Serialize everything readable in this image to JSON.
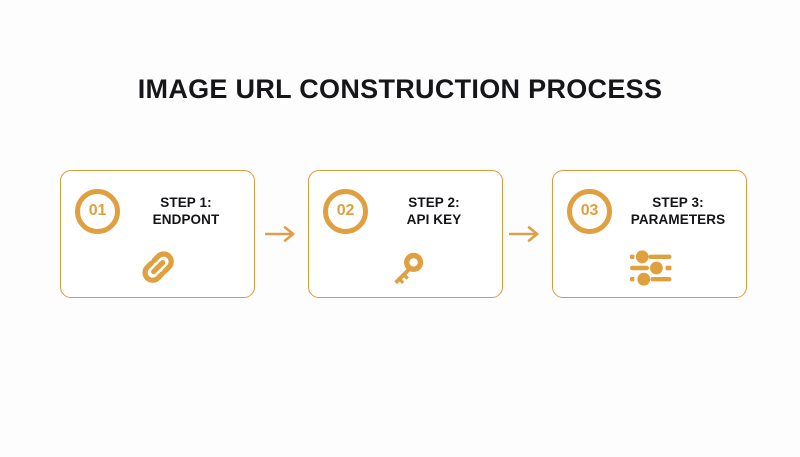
{
  "page": {
    "title": "IMAGE URL CONSTRUCTION PROCESS",
    "background_color": "#fdfdfd",
    "accent_color": "#e0a040",
    "border_color": "#d79a3d",
    "text_color": "#141418"
  },
  "flow": {
    "steps": [
      {
        "number": "01",
        "label_line1": "STEP 1:",
        "label_line2": "ENDPONT",
        "icon": "chain-link-icon"
      },
      {
        "number": "02",
        "label_line1": "STEP 2:",
        "label_line2": "API KEY",
        "icon": "key-icon"
      },
      {
        "number": "03",
        "label_line1": "STEP 3:",
        "label_line2": "PARAMETERS",
        "icon": "sliders-icon"
      }
    ],
    "connectors": [
      {
        "icon": "arrow-right-icon"
      },
      {
        "icon": "arrow-right-icon"
      }
    ]
  }
}
